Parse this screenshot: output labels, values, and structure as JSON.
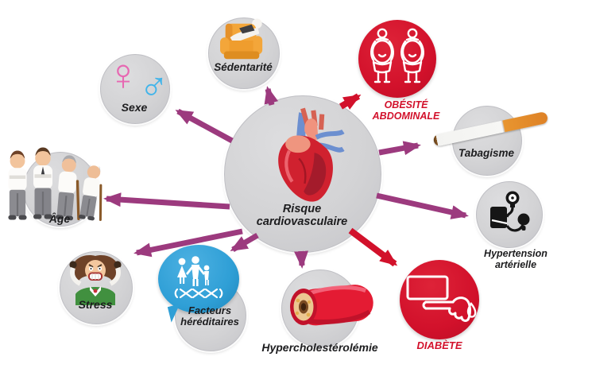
{
  "diagram_title": "Risque cardiovasculaire",
  "center": {
    "line1": "Risque",
    "line2": "cardiovasculaire",
    "icon": "anatomical-heart-icon"
  },
  "factors": [
    {
      "id": "sexe",
      "label": "Sexe",
      "icon": "male-female-symbols-icon",
      "emphasis": "normal",
      "symbols": {
        "female": "♀",
        "male": "♂"
      }
    },
    {
      "id": "sedentarite",
      "label": "Sédentarité",
      "icon": "couch-laptop-person-icon",
      "emphasis": "normal"
    },
    {
      "id": "obesite",
      "label_line1": "OBÉSITÉ",
      "label_line2": "ABDOMINALE",
      "icon": "obese-figures-icon",
      "emphasis": "red"
    },
    {
      "id": "tabagisme",
      "label": "Tabagisme",
      "icon": "cigarette-icon",
      "emphasis": "normal"
    },
    {
      "id": "hypertension",
      "label_line1": "Hypertension",
      "label_line2": "artérielle",
      "icon": "blood-pressure-monitor-icon",
      "emphasis": "normal"
    },
    {
      "id": "diabete",
      "label": "DIABÈTE",
      "icon": "glucose-test-hand-icon",
      "emphasis": "red"
    },
    {
      "id": "hypercholesterolemie",
      "label": "Hypercholestérolémie",
      "icon": "clogged-artery-icon",
      "emphasis": "normal"
    },
    {
      "id": "facteurs_hereditaires",
      "label_line1": "Facteurs",
      "label_line2": "héréditaires",
      "icon": "family-dna-icon",
      "emphasis": "blue"
    },
    {
      "id": "stress",
      "label": "Stress",
      "icon": "stressed-person-icon",
      "emphasis": "normal"
    },
    {
      "id": "age",
      "label": "Âge",
      "icon": "aging-men-icon",
      "emphasis": "normal"
    }
  ],
  "colors": {
    "arrow_purple": "#9c3a7e",
    "accent_red": "#d2112b",
    "node_gray": "#d3d3d5",
    "bubble_blue": "#2f9fd6",
    "label_black": "#1d1d1f",
    "female_pink": "#e768b2",
    "male_blue": "#41b4ea",
    "chair_orange": "#f0a23a"
  }
}
